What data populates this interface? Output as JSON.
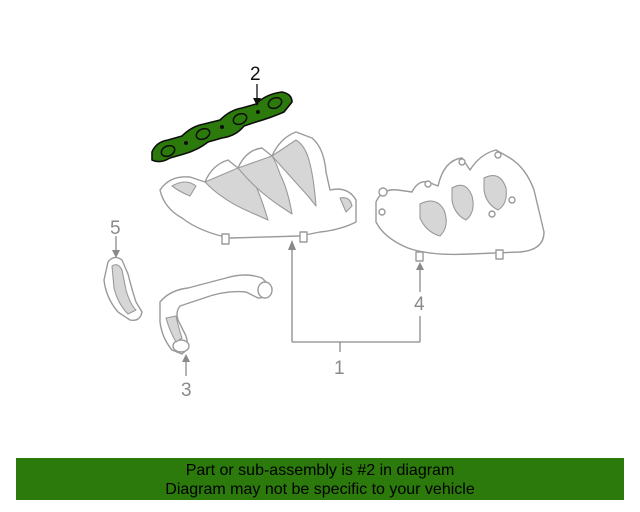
{
  "diagram": {
    "callouts": [
      "1",
      "2",
      "3",
      "4",
      "5"
    ],
    "highlighted_part": "2",
    "highlight_color": "#2b7a0b",
    "line_color": "#8a8a8a"
  },
  "banner": {
    "line1": "Part or sub-assembly is #2 in diagram",
    "line2": "Diagram may not be specific to your vehicle",
    "background": "#2b7a0b"
  }
}
